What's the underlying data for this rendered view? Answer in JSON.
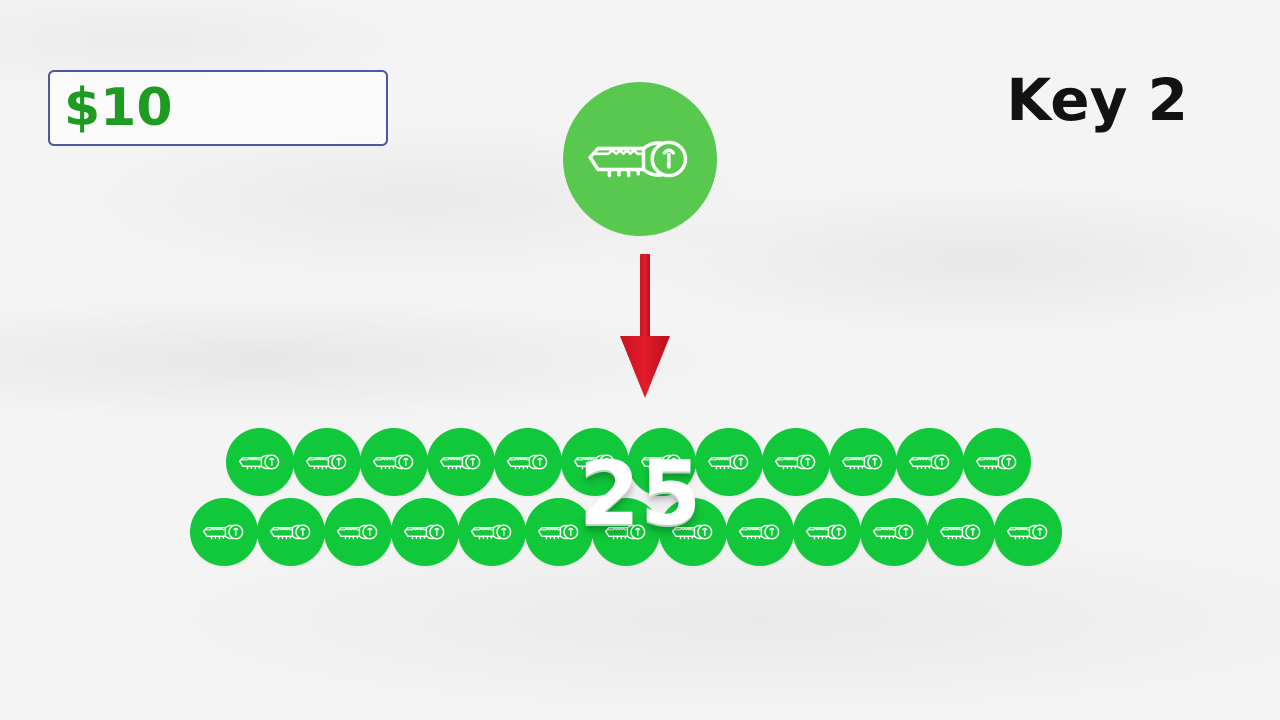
{
  "balance": {
    "amount": "$10"
  },
  "key_label": "Key 2",
  "key_count": "25",
  "icons": {
    "main": "key-icon",
    "coins": "key-coin-icon",
    "arrow": "down-arrow-icon"
  },
  "colors": {
    "main_circle": "#58c84f",
    "coin_circle": "#11c83a",
    "arrow": "#e31c2b",
    "money_text": "#1f9a22",
    "border": "#4f56a8"
  }
}
